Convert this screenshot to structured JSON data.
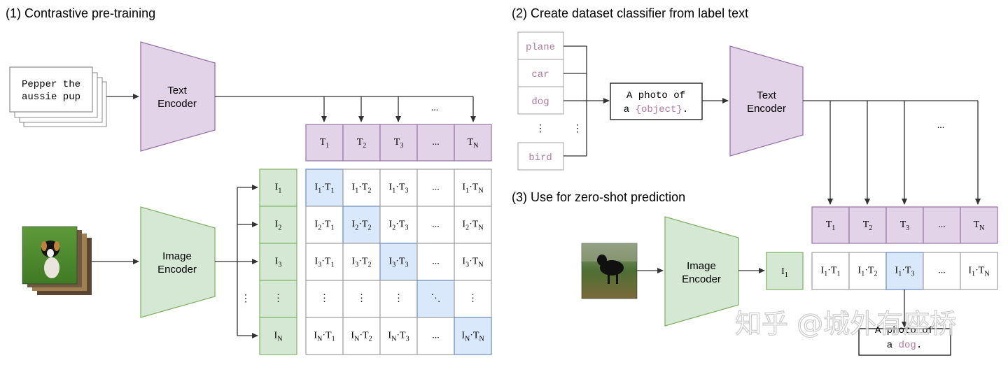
{
  "sections": {
    "pretraining": "(1) Contrastive pre-training",
    "classifier": "(2) Create dataset classifier from label text",
    "zeroshot": "(3) Use for zero-shot prediction"
  },
  "encoders": {
    "text_line1": "Text",
    "text_line2": "Encoder",
    "image_line1": "Image",
    "image_line2": "Encoder"
  },
  "caption": {
    "line1": "Pepper the",
    "line2": "aussie pup"
  },
  "labels": [
    "plane",
    "car",
    "dog",
    "bird"
  ],
  "template": {
    "line1": "A photo of",
    "line2_prefix": "a ",
    "line2_object": "{object}",
    "line2_suffix": "."
  },
  "result": {
    "line1": "A photo of",
    "line2_prefix": "a ",
    "line2_object": "dog",
    "line2_suffix": "."
  },
  "symbols": {
    "ellipsis": "...",
    "vdots": "⋮",
    "ddots": "⋱",
    "dot": "·"
  },
  "matrix": {
    "t_letter": "T",
    "i_letter": "I",
    "text_subs": [
      "1",
      "2",
      "3",
      "...",
      "N"
    ],
    "image_subs": [
      "1",
      "2",
      "3",
      "⋮",
      "N"
    ]
  },
  "watermark": "知乎 @城外有座桥",
  "colors": {
    "purple_fill": "#e3d3e8",
    "purple_stroke": "#9673a6",
    "green_fill": "#d5e8d4",
    "green_stroke": "#82b366",
    "blue_fill": "#dae8fc",
    "blue_stroke": "#6c8ebf",
    "grid_stroke": "#a0a0a0",
    "label_text": "#b07aa1"
  }
}
